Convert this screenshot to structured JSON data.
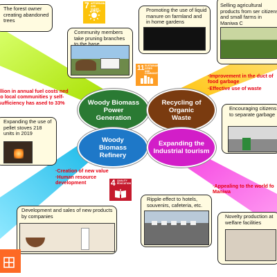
{
  "colors": {
    "center_green": "#2a7a33",
    "center_brown": "#7a3b10",
    "center_blue": "#1e78c8",
    "center_magenta": "#d21ec8",
    "band_green": "#b8f000",
    "band_yellow": "#ffd21e",
    "band_cyan": "#3ad0f0",
    "band_pink": "#ff5ae8",
    "callout_bg": "#fffbe0",
    "emphasis_red": "#e60012"
  },
  "center": {
    "woody_biomass_power_generation": "Woody Biomass Power Generation",
    "recycling_of_organic_waste": "Recycling of Organic Waste",
    "woody_biomass_refinery": "Woody Biomass Refinery",
    "expanding_industrial_tourism": "Expanding the Industrial tourism"
  },
  "callouts": {
    "forest_owner": "The forest owner creating abandoned trees",
    "community_members": "Community members take pruning branches to the base",
    "liquid_manure": "Promoting the use of liquid manure on farmland and in home gardens",
    "selling_agricultural": "Selling agricultural products from ser citizens and small farms in Maniwa C",
    "encouraging_citizens": "Encouraging citizens to separate garbage",
    "pellet_stoves": "Expanding the use of pellet stoves 218 units in 2019",
    "development_sales": "Development and sales of new products by companies",
    "ripple_effect": "Ripple effect to hotels, souvenirs, cafeteria, etc.",
    "novelty_production": "Novelty production at welfare facilities"
  },
  "red_notes": {
    "fuel_costs": "illion in annual fuel costs ned to local communities y self-sufficiency has ased to 33%",
    "improvement": "·Improvement in the  duct of food garbage",
    "effective_use": "·Effective use of waste",
    "creation": "·Creation of new value",
    "human_resource": "·Human resource development",
    "appealing": "·Appealing to the world fo Maniwa"
  },
  "sdgs": [
    {
      "number": "7",
      "title": "AFFORDABLE AND CLEAN ENERGY",
      "color": "#fcc30b",
      "icon": "sun-icon"
    },
    {
      "number": "11",
      "title": "SUSTAINABLE CITIES AND COMMUNITIES",
      "color": "#fd9d24",
      "icon": "city-icon"
    },
    {
      "number": "4",
      "title": "QUALITY EDUCATION",
      "color": "#c5192d",
      "icon": "book-icon"
    },
    {
      "number": "",
      "title": "",
      "color": "#fd6925",
      "icon": "industry-icon"
    }
  ]
}
